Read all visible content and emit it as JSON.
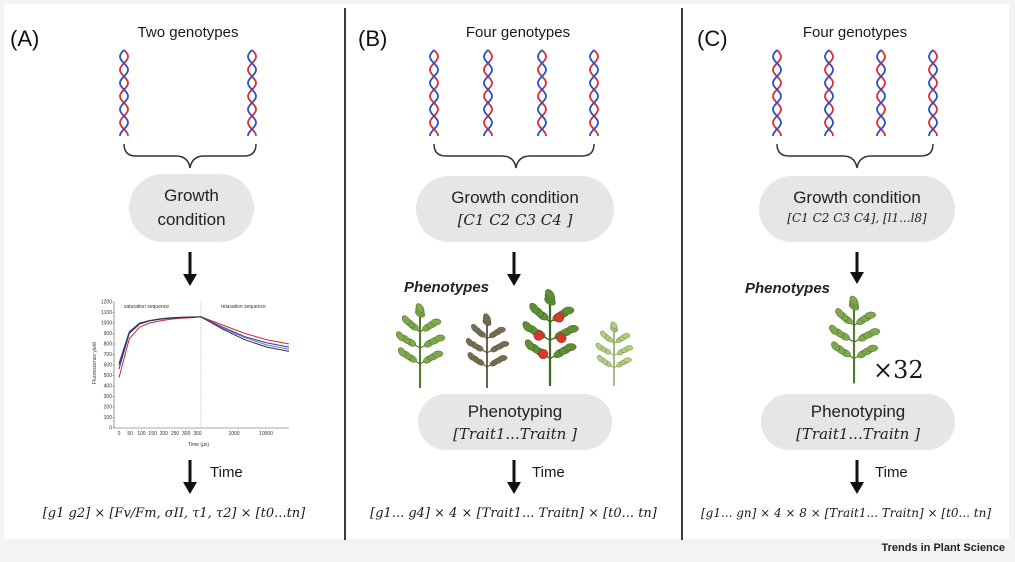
{
  "panels": [
    {
      "label": "(A)",
      "genotypes_title": "Two genotypes",
      "condition_line1": "Growth",
      "condition_line2": "condition",
      "time_label": "Time",
      "formula": "[g1 g2] × [Fv/Fm, σII, τ1, τ2] × [t0...tn]"
    },
    {
      "label": "(B)",
      "genotypes_title": "Four genotypes",
      "condition_line1": "Growth condition",
      "condition_line2": "[C1 C2 C3 C4 ]",
      "phenotypes_label": "Phenotypes",
      "phenotyping_line1": "Phenotyping",
      "phenotyping_line2": "[Trait1...Traitn ]",
      "time_label": "Time",
      "formula": "[g1... g4] × 4 × [Trait1... Traitn] × [t0... tn]"
    },
    {
      "label": "(C)",
      "genotypes_title": "Four genotypes",
      "condition_line1": "Growth condition",
      "condition_line2": "[C1 C2 C3 C4], [l1...l8]",
      "phenotypes_label": "Phenotypes",
      "multiplier": "×32",
      "phenotyping_line1": "Phenotyping",
      "phenotyping_line2": "[Trait1...Traitn ]",
      "time_label": "Time",
      "formula": "[g1... gn] × 4 × 8 × [Trait1... Traitn] × [t0... tn]"
    }
  ],
  "chart_data": {
    "type": "line",
    "annotations": [
      "saturation sequence",
      "relaxation sequence"
    ],
    "ylabel": "Fluorescence yield",
    "xlabel": "Time (µs)",
    "ylim": [
      0,
      1200
    ],
    "y_ticks": [
      "0",
      "100",
      "200",
      "300",
      "400",
      "500",
      "600",
      "700",
      "800",
      "900",
      "1000",
      "1100",
      "1200"
    ],
    "x_ticks": [
      "0",
      "50",
      "100",
      "150",
      "200",
      "250",
      "300",
      "350",
      "1000",
      "10000"
    ],
    "colors": [
      "#d62728",
      "#1f3fbf",
      "#7f6bd6",
      "#333333"
    ],
    "series": [
      {
        "values": [
          480,
          850,
          960,
          1000,
          1020,
          1035,
          1045,
          1050,
          1060,
          980,
          900,
          840,
          800
        ]
      },
      {
        "values": [
          560,
          900,
          990,
          1020,
          1035,
          1045,
          1050,
          1055,
          1060,
          960,
          870,
          810,
          770
        ]
      },
      {
        "values": [
          620,
          920,
          1000,
          1025,
          1040,
          1050,
          1055,
          1058,
          1060,
          950,
          860,
          790,
          750
        ]
      },
      {
        "values": [
          600,
          910,
          995,
          1022,
          1038,
          1048,
          1053,
          1056,
          1058,
          940,
          840,
          770,
          730
        ]
      }
    ]
  },
  "source": "Trends in Plant Science"
}
